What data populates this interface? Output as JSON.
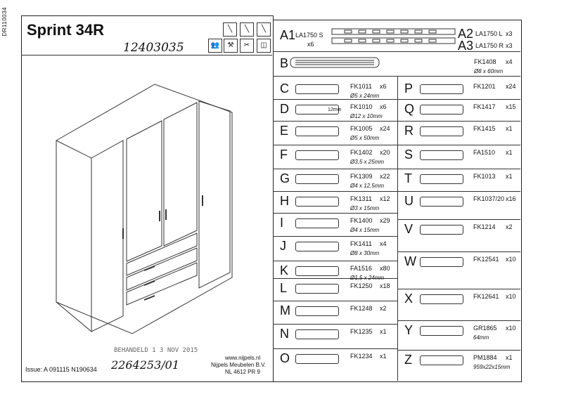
{
  "doc": {
    "side_code": "DR110034",
    "title": "Sprint 34R",
    "handwritten_top": "12403035",
    "stamp": "BEHANDELD 1 3 NOV 2015",
    "handwritten_bottom": "2264253/01",
    "issue": "Issue: A 091115  N190634",
    "web": "www.nijpels.nl",
    "company": "Nijpels Meubelen B.V.",
    "postal": "NL  4612 PR  9"
  },
  "parts_left": [
    {
      "letter": "A1",
      "code": "LA1750 S",
      "qty": "x6",
      "dim": ""
    },
    {
      "letter": "B",
      "code": "FK1408",
      "qty": "x4",
      "dim": "Ø8 x 60mm"
    },
    {
      "letter": "C",
      "code": "FK1011",
      "qty": "x6",
      "dim": "Ø5 x 24mm"
    },
    {
      "letter": "D",
      "code": "FK1010",
      "qty": "x6",
      "dim": "Ø12 x 10mm"
    },
    {
      "letter": "E",
      "code": "FK1005",
      "qty": "x24",
      "dim": "Ø5 x 50mm"
    },
    {
      "letter": "F",
      "code": "FK1402",
      "qty": "x20",
      "dim": "Ø3,5 x 25mm"
    },
    {
      "letter": "G",
      "code": "FK1309",
      "qty": "x22",
      "dim": "Ø4 x 12,5mm"
    },
    {
      "letter": "H",
      "code": "FK1311",
      "qty": "x12",
      "dim": "Ø3 x 15mm"
    },
    {
      "letter": "I",
      "code": "FK1400",
      "qty": "x29",
      "dim": "Ø4 x 15mm"
    },
    {
      "letter": "J",
      "code": "FK1411",
      "qty": "x4",
      "dim": "Ø8 x 30mm"
    },
    {
      "letter": "K",
      "code": "FA1516",
      "qty": "x80",
      "dim": "Ø1,5 x 24mm"
    },
    {
      "letter": "L",
      "code": "FK1250",
      "qty": "x18",
      "dim": ""
    },
    {
      "letter": "M",
      "code": "FK1248",
      "qty": "x2",
      "dim": ""
    },
    {
      "letter": "N",
      "code": "FK1235",
      "qty": "x1",
      "dim": ""
    },
    {
      "letter": "O",
      "code": "FK1234",
      "qty": "x1",
      "dim": ""
    }
  ],
  "parts_right": [
    {
      "letter": "P",
      "code": "FK1201",
      "qty": "x24",
      "dim": ""
    },
    {
      "letter": "Q",
      "code": "FK1417",
      "qty": "x15",
      "dim": ""
    },
    {
      "letter": "R",
      "code": "FK1415",
      "qty": "x1",
      "dim": ""
    },
    {
      "letter": "S",
      "code": "FA1510",
      "qty": "x1",
      "dim": ""
    },
    {
      "letter": "T",
      "code": "FK1013",
      "qty": "x1",
      "dim": ""
    },
    {
      "letter": "U",
      "code": "FK1037/20",
      "qty": "x16",
      "dim": ""
    },
    {
      "letter": "V",
      "code": "FK1214",
      "qty": "x2",
      "dim": ""
    },
    {
      "letter": "W",
      "code": "FK12541",
      "qty": "x10",
      "dim": ""
    },
    {
      "letter": "X",
      "code": "FK12641",
      "qty": "x10",
      "dim": ""
    },
    {
      "letter": "Y",
      "code": "GR1865",
      "qty": "x10",
      "dim": "64mm"
    },
    {
      "letter": "Z",
      "code": "PM1884",
      "qty": "x1",
      "dim": "959x22x15mm"
    }
  ],
  "rails": {
    "a2_letter": "A2",
    "a2_code": "LA1750 L",
    "a2_qty": "x3",
    "a3_letter": "A3",
    "a3_code": "LA1750 R",
    "a3_qty": "x3",
    "d_dim": "12mm"
  }
}
